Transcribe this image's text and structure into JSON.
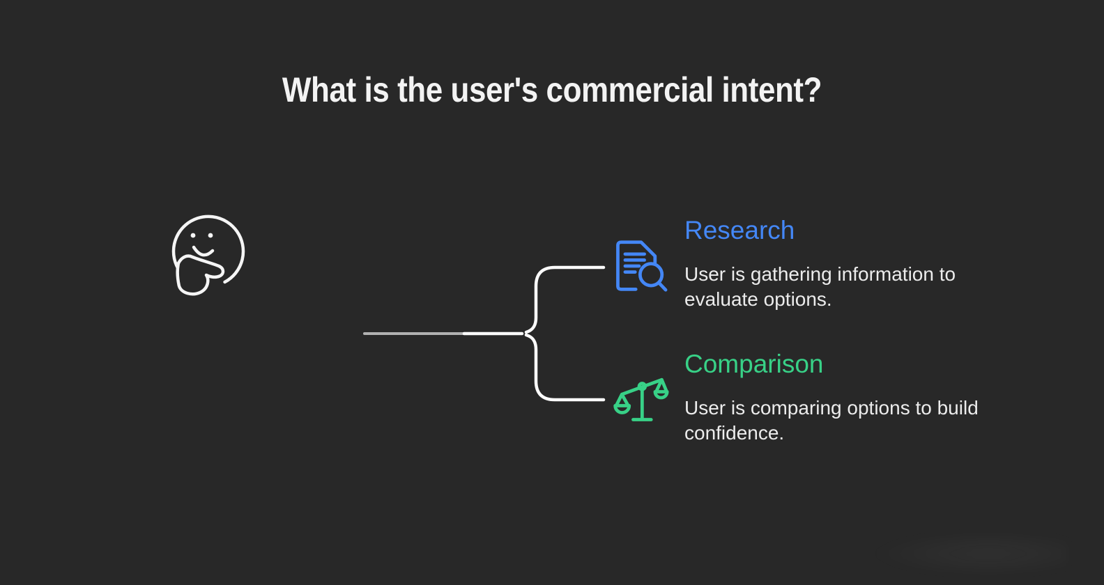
{
  "page": {
    "title": "What is the user's commercial intent?"
  },
  "root_node": {
    "icon": "thinking-face-icon"
  },
  "branches": [
    {
      "label": "Research",
      "description": "User is gathering information to evaluate options.",
      "icon": "document-search-icon",
      "color": "#4487f6"
    },
    {
      "label": "Comparison",
      "description": "User is comparing options to build confidence.",
      "icon": "scales-icon",
      "color": "#38d187"
    }
  ],
  "colors": {
    "background": "#282828",
    "title_text": "#f3f3f3",
    "body_text": "#ececec",
    "face_stroke": "#f5f5f5",
    "connector_white": "#fcfcfc",
    "connector_gray": "#b1b1b1",
    "research_blue": "#4487f6",
    "comparison_green": "#38d187"
  }
}
